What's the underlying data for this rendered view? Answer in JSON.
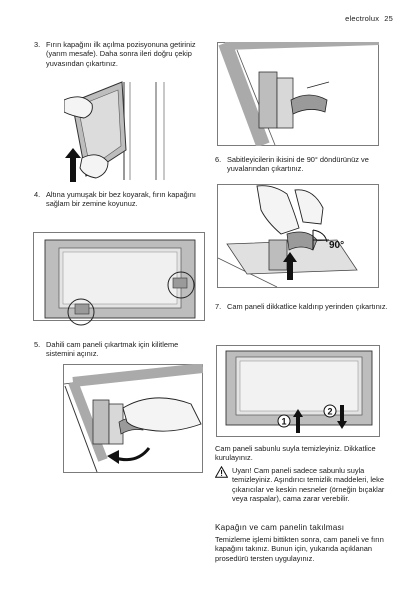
{
  "header": {
    "brand": "electrolux",
    "page_number": "25"
  },
  "steps": [
    {
      "number": "3.",
      "text": "Fırın kapağını ilk açılma pozisyonuna getiriniz (yarım mesafe). Daha sonra ileri doğru çekip yuvasından çıkartınız."
    },
    {
      "number": "4.",
      "text": "Altına yumuşak bir bez koyarak, fırın kapağını sağlam bir zemine koyunuz."
    },
    {
      "number": "5.",
      "text": "Dahili cam paneli çıkartmak için kilitleme sistemini açınız."
    },
    {
      "number": "6.",
      "text": "Sabitleyicilerin ikisini de 90° döndürünüz ve yuvalarından çıkartınız."
    },
    {
      "number": "7.",
      "text": "Cam paneli dikkatlice kaldırıp yerinden çıkartınız."
    }
  ],
  "figures": {
    "fig6_angle": "90°",
    "fig7_mark1": "1",
    "fig7_mark2": "2"
  },
  "cleaning_note": "Cam paneli sabunlu suyla temizleyiniz. Dikkatlice kurulayınız.",
  "warning": "Uyarı! Cam paneli sadece sabunlu suyla temizleyiniz. Aşındırıcı temizlik maddeleri, leke çıkarıcılar ve keskin nesneler (örneğin bıçaklar veya raspalar), cama zarar verebilir.",
  "section": {
    "title": "Kapağın ve cam panelin takılması",
    "body": "Temizleme işlemi bittikten sonra, cam paneli ve fırın kapağını takınız. Bunun için, yukarıda açıklanan prosedürü tersten uygulayınız."
  }
}
